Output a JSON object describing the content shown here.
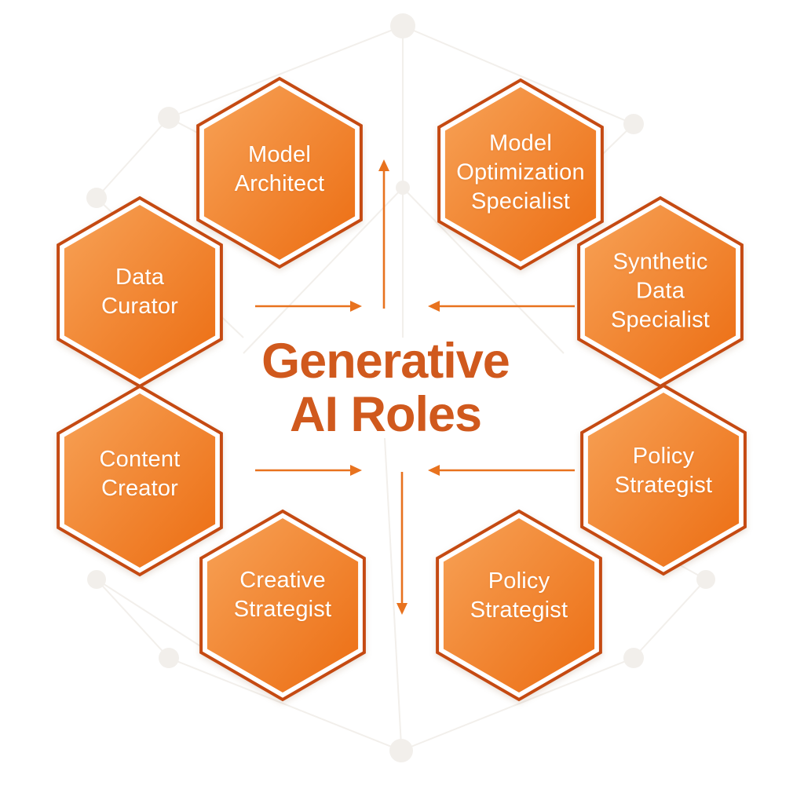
{
  "title": {
    "line1": "Generative",
    "line2": "AI Roles"
  },
  "roles": [
    {
      "name": "Model Architect",
      "label": "Model\nArchitect",
      "position": "top-left"
    },
    {
      "name": "Model Optimization Specialist",
      "label": "Model\nOptimization\nSpecialist",
      "position": "top-right"
    },
    {
      "name": "Synthetic Data Specialist",
      "label": "Synthetic\nData\nSpecialist",
      "position": "right-upper"
    },
    {
      "name": "Policy Strategist",
      "label": "Policy\nStrategist",
      "position": "right-lower"
    },
    {
      "name": "Policy Strategist",
      "label": "Policy\nStrategist",
      "position": "bottom-right"
    },
    {
      "name": "Creative Strategist",
      "label": "Creative\nStrategist",
      "position": "bottom-left"
    },
    {
      "name": "Content Creator",
      "label": "Content\nCreator",
      "position": "left-lower"
    },
    {
      "name": "Data Curator",
      "label": "Data\nCurator",
      "position": "left-upper"
    }
  ],
  "colors": {
    "hexagon_border": "#c54a12",
    "hexagon_fill_light": "#f7a257",
    "hexagon_fill_dark": "#ec6d12",
    "hexagon_text": "#ffffff",
    "title_text": "#d0591d",
    "arrow": "#e8721e",
    "network": "#f2efeb",
    "background": "#ffffff"
  }
}
